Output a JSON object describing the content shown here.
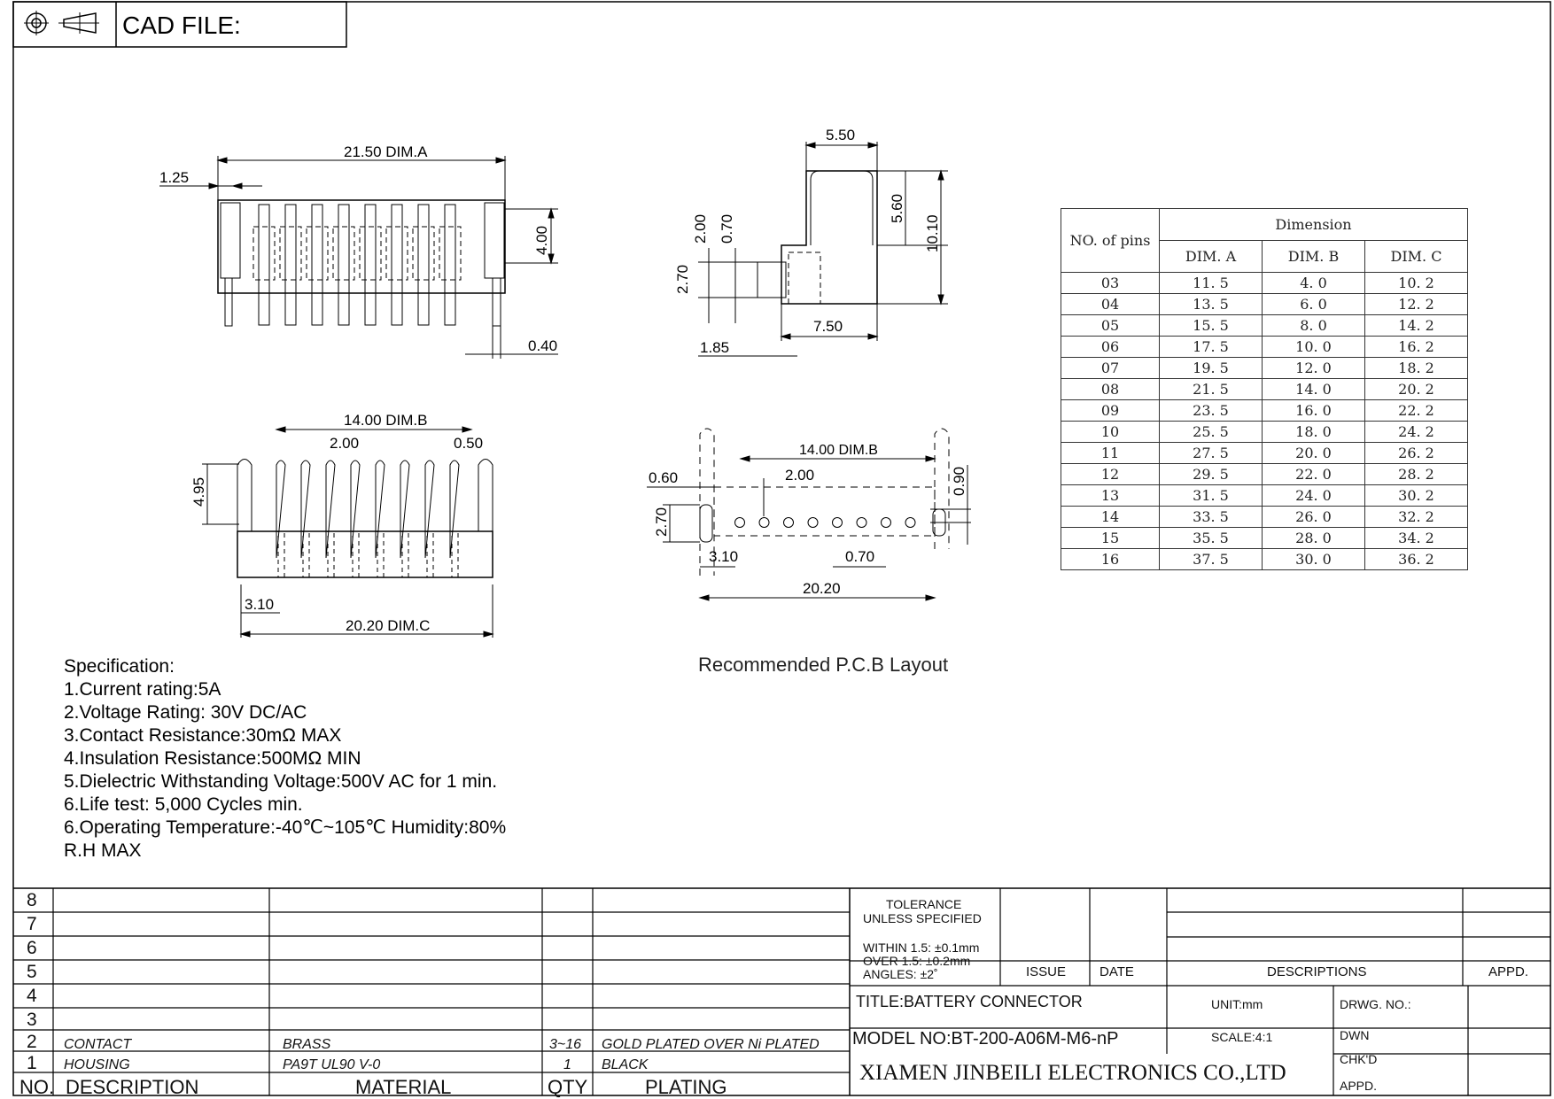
{
  "header": {
    "cad_label": "CAD FILE:",
    "icons": [
      "projection-target-icon",
      "projection-cone-icon"
    ]
  },
  "dims": {
    "top_view": {
      "dim_a": "21.50 DIM.A",
      "left_offset": "1.25",
      "height": "4.00",
      "pin_width": "0.40"
    },
    "side_view": {
      "top_width": "5.50",
      "upper_height": "5.60",
      "total_height": "10.10",
      "h1": "2.00",
      "h2": "0.70",
      "h3": "2.70",
      "bottom_width": "7.50",
      "left_offset": "1.85"
    },
    "front_view": {
      "dim_b": "14.00 DIM.B",
      "pitch": "2.00",
      "pin": "0.50",
      "height": "4.95",
      "offset": "3.10",
      "dim_c": "20.20 DIM.C"
    },
    "pcb_view": {
      "dim_b": "14.00 DIM.B",
      "pitch": "2.00",
      "left": "0.60",
      "right": "0.90",
      "h": "2.70",
      "offset": "3.10",
      "hole": "0.70",
      "total": "20.20",
      "caption": "Recommended P.C.B Layout"
    }
  },
  "dimension_table": {
    "header_pins": "NO. of pins",
    "header_group": "Dimension",
    "columns": [
      "DIM. A",
      "DIM. B",
      "DIM. C"
    ],
    "rows": [
      [
        "03",
        "11. 5",
        "4. 0",
        "10. 2"
      ],
      [
        "04",
        "13. 5",
        "6. 0",
        "12. 2"
      ],
      [
        "05",
        "15. 5",
        "8. 0",
        "14. 2"
      ],
      [
        "06",
        "17. 5",
        "10. 0",
        "16. 2"
      ],
      [
        "07",
        "19. 5",
        "12. 0",
        "18. 2"
      ],
      [
        "08",
        "21. 5",
        "14. 0",
        "20. 2"
      ],
      [
        "09",
        "23. 5",
        "16. 0",
        "22. 2"
      ],
      [
        "10",
        "25. 5",
        "18. 0",
        "24. 2"
      ],
      [
        "11",
        "27. 5",
        "20. 0",
        "26. 2"
      ],
      [
        "12",
        "29. 5",
        "22. 0",
        "28. 2"
      ],
      [
        "13",
        "31. 5",
        "24. 0",
        "30. 2"
      ],
      [
        "14",
        "33. 5",
        "26. 0",
        "32. 2"
      ],
      [
        "15",
        "35. 5",
        "28. 0",
        "34. 2"
      ],
      [
        "16",
        "37. 5",
        "30. 0",
        "36. 2"
      ]
    ]
  },
  "specification": {
    "title": "Specification:",
    "lines": [
      "1.Current rating:5A",
      "2.Voltage Rating: 30V DC/AC",
      "3.Contact Resistance:30mΩ MAX",
      "4.Insulation Resistance:500MΩ MIN",
      "5.Dielectric Withstanding Voltage:500V AC for 1 min.",
      "6.Life test: 5,000 Cycles min.",
      "6.Operating Temperature:-40℃~105℃  Humidity:80%",
      "R.H MAX"
    ]
  },
  "bom": {
    "row_numbers": [
      "8",
      "7",
      "6",
      "5",
      "4",
      "3",
      "2",
      "1"
    ],
    "items": [
      {
        "no": "2",
        "description": "CONTACT",
        "material": "BRASS",
        "qty": "3~16",
        "plating": "GOLD PLATED OVER Ni PLATED"
      },
      {
        "no": "1",
        "description": "HOUSING",
        "material": "PA9T UL90 V-0",
        "qty": "1",
        "plating": "BLACK"
      }
    ],
    "header": {
      "no": "NO.",
      "description": "DESCRIPTION",
      "material": "MATERIAL",
      "qty": "QTY",
      "plating": "PLATING"
    }
  },
  "title_block": {
    "tolerance_title": "TOLERANCE",
    "tolerance_sub": "UNLESS SPECIFIED",
    "tol_1": "WITHIN 1.5: ±0.1mm",
    "tol_2": "OVER 1.5:  ±0.2mm",
    "tol_3": "ANGLES: ±2˚",
    "issue": "ISSUE",
    "date": "DATE",
    "descriptions": "DESCRIPTIONS",
    "appd": "APPD.",
    "title": "TITLE:BATTERY CONNECTOR",
    "unit": "UNIT:mm",
    "drwg_no": "DRWG. NO.:",
    "model": "MODEL NO:BT-200-A06M-M6-nP",
    "scale": "SCALE:4:1",
    "dwn": "DWN",
    "chkd": "CHK'D",
    "appd2": "APPD.",
    "company": "XIAMEN JINBEILI ELECTRONICS CO.,LTD"
  }
}
